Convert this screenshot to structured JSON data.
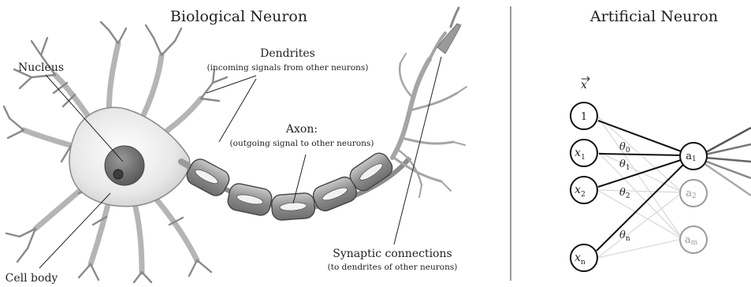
{
  "biological": {
    "title": "Biological Neuron",
    "nucleus_label": "Nucleus",
    "dendrites_label": "Dendrites",
    "dendrites_sub": "(incoming signals from other neurons)",
    "axon_label": "Axon:",
    "axon_sub": "(outgoing signal to other neurons)",
    "synaptic_label": "Synaptic connections",
    "synaptic_sub": "(to dendrites of other neurons)",
    "cellbody_label": "Cell body"
  },
  "artificial": {
    "title": "Artificial Neuron",
    "input_vector": "x",
    "bias_node": "1",
    "input_var": "x",
    "input_subs": [
      "1",
      "2",
      "n"
    ],
    "theta_var": "θ",
    "theta_subs": [
      "0",
      "1",
      "2",
      "n"
    ],
    "activation_var": "a",
    "activation_subs": [
      "1",
      "2",
      "m"
    ],
    "colors": {
      "active": "#111111",
      "faded": "#9a9a9a",
      "faint_edges": "#dddddd"
    }
  }
}
